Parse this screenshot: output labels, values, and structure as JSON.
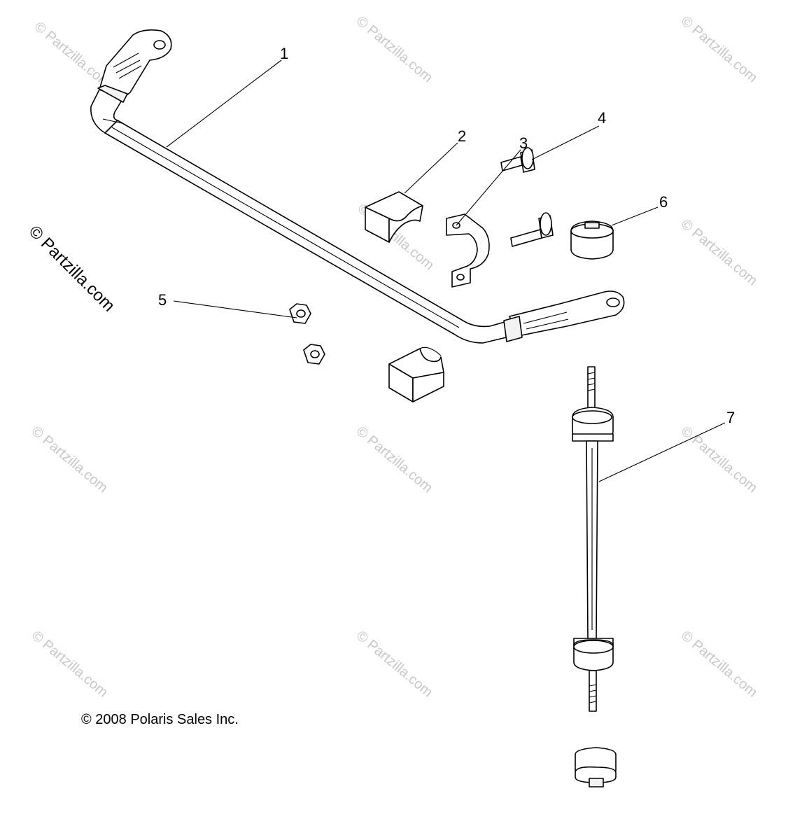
{
  "callouts": [
    {
      "id": "1",
      "label": "1"
    },
    {
      "id": "2",
      "label": "2"
    },
    {
      "id": "3",
      "label": "3"
    },
    {
      "id": "4",
      "label": "4"
    },
    {
      "id": "5",
      "label": "5"
    },
    {
      "id": "6",
      "label": "6"
    },
    {
      "id": "7",
      "label": "7"
    }
  ],
  "watermark": {
    "text": "© Partzilla.com"
  },
  "copyright": "© 2008 Polaris Sales Inc.",
  "colors": {
    "line": "#000000",
    "background": "#ffffff",
    "watermark": "#c8c8c8"
  }
}
